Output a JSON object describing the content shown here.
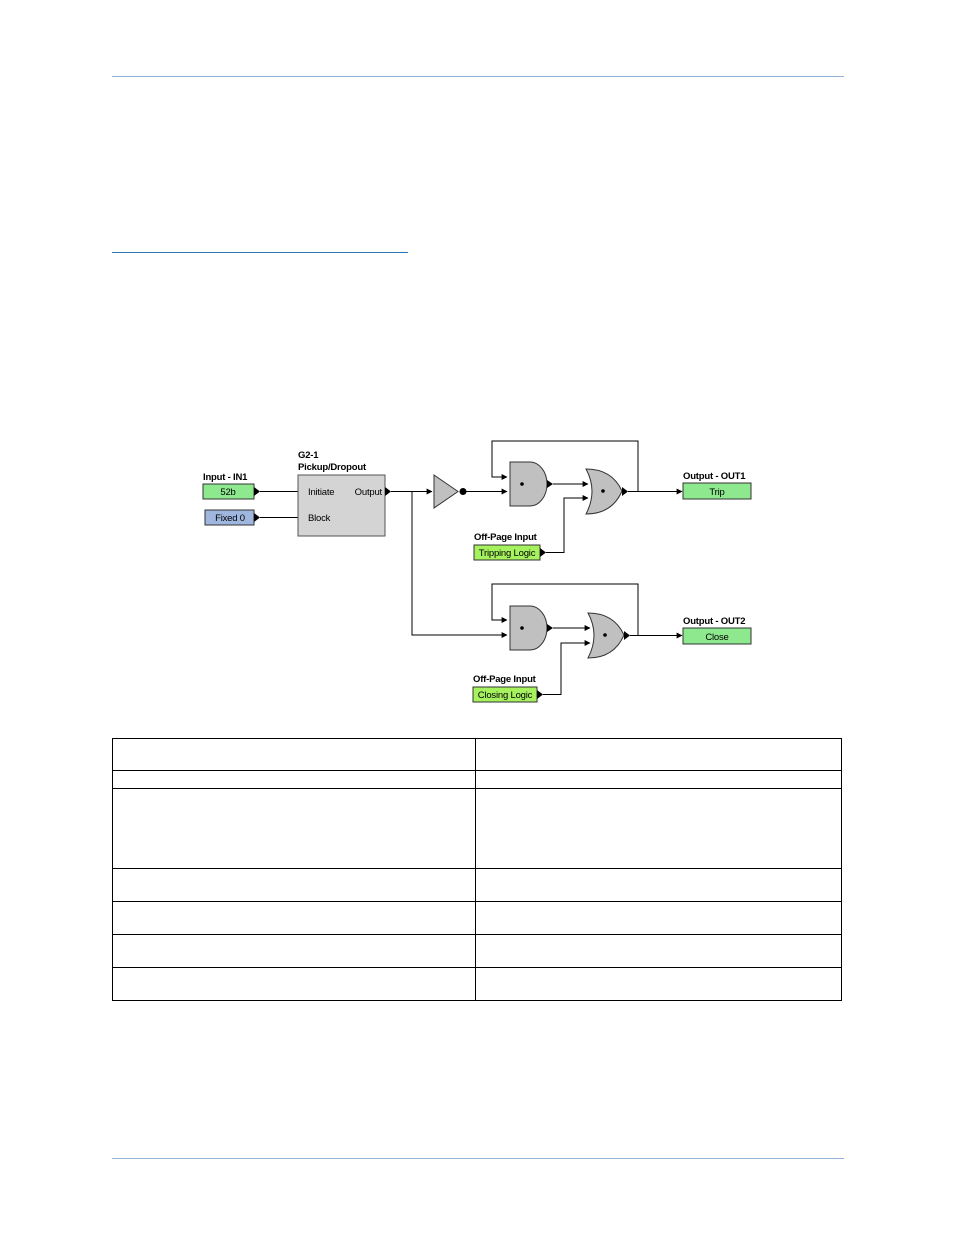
{
  "diagram": {
    "input_in1": {
      "title": "Input - IN1",
      "value": "52b"
    },
    "fixed": {
      "value": "Fixed 0"
    },
    "timer": {
      "title_line1": "G2-1",
      "title_line2": "Pickup/Dropout",
      "initiate": "Initiate",
      "block": "Block",
      "output": "Output"
    },
    "offpage_trip": {
      "title": "Off-Page Input",
      "value": "Tripping Logic"
    },
    "offpage_close": {
      "title": "Off-Page Input",
      "value": "Closing Logic"
    },
    "out1": {
      "title": "Output - OUT1",
      "value": "Trip"
    },
    "out2": {
      "title": "Output - OUT2",
      "value": "Close"
    },
    "colors": {
      "input_fill": "#8ee88e",
      "fixed_fill": "#9fb6df",
      "offpage_fill": "#a6f25e",
      "gate_fill": "#c0c0c0",
      "rule": "#95b3d7"
    }
  }
}
